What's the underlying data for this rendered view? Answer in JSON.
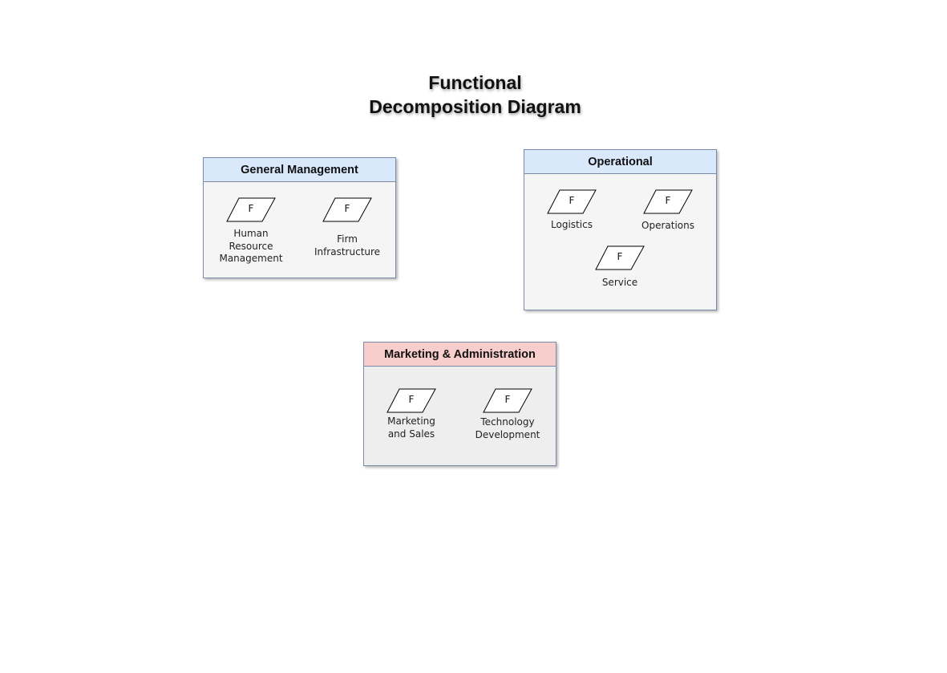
{
  "title": {
    "line1": "Functional",
    "line2": "Decomposition Diagram"
  },
  "groups": {
    "general": {
      "header": "General Management",
      "functions": [
        {
          "letter": "F",
          "label_lines": [
            "Human",
            "Resource",
            "Management"
          ]
        },
        {
          "letter": "F",
          "label_lines": [
            "Firm",
            "Infrastructure"
          ]
        }
      ]
    },
    "operational": {
      "header": "Operational",
      "functions": [
        {
          "letter": "F",
          "label_lines": [
            "Logistics"
          ]
        },
        {
          "letter": "F",
          "label_lines": [
            "Operations"
          ]
        },
        {
          "letter": "F",
          "label_lines": [
            "Service"
          ]
        }
      ]
    },
    "marketing": {
      "header": "Marketing & Administration",
      "functions": [
        {
          "letter": "F",
          "label_lines": [
            "Marketing",
            "and Sales"
          ]
        },
        {
          "letter": "F",
          "label_lines": [
            "Technology",
            "Development"
          ]
        }
      ]
    }
  },
  "colors": {
    "header_blue": "#dae8fc",
    "header_red": "#f8cecc",
    "body_light": "#f5f5f5",
    "body_grey": "#eeeeee"
  },
  "icons": {
    "function_shape": "parallelogram-icon"
  }
}
